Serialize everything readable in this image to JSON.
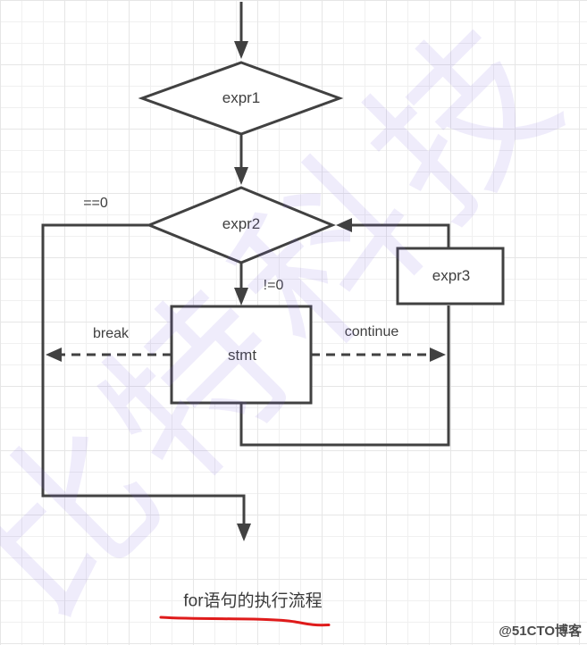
{
  "diagram": {
    "caption": "for语句的执行流程",
    "nodes": {
      "expr1": "expr1",
      "expr2": "expr2",
      "stmt": "stmt",
      "expr3": "expr3"
    },
    "edge_labels": {
      "eq_zero": "==0",
      "ne_zero": "!=0",
      "break_label": "break",
      "continue_label": "continue"
    }
  },
  "watermark": {
    "text": "比特科技",
    "color": "rgba(122,98,224,0.12)"
  },
  "credit": {
    "text": "@51CTO博客"
  },
  "colors": {
    "line": "#414141",
    "text": "#3f3f3f",
    "caption_underline": "#df1b1b",
    "grid_minor": "#f0f0f0",
    "grid_major": "#e6e6e6",
    "background": "#ffffff"
  }
}
